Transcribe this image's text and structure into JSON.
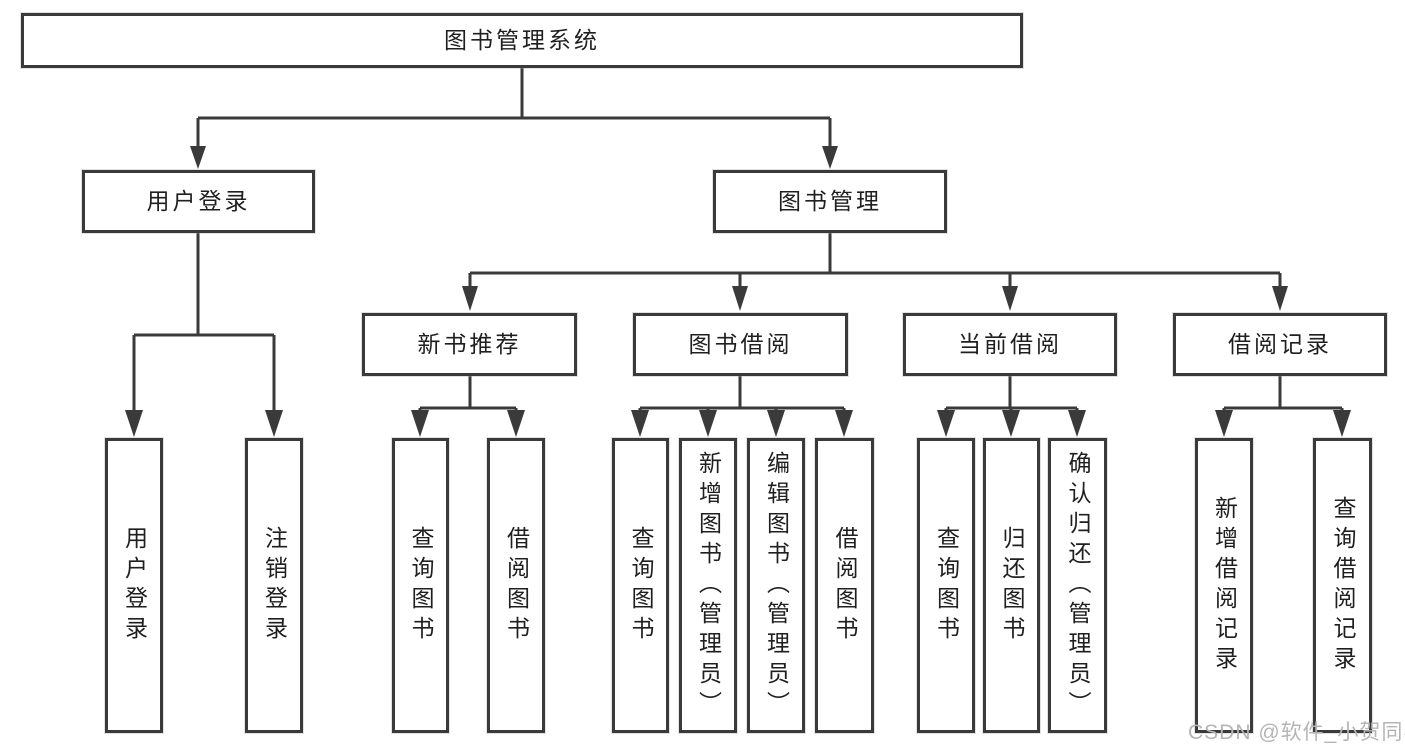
{
  "diagram": {
    "root": {
      "label": "图书管理系统"
    },
    "level2": {
      "user_login": {
        "label": "用户登录"
      },
      "book_mgmt": {
        "label": "图书管理"
      }
    },
    "level3": {
      "new_books": {
        "label": "新书推荐"
      },
      "book_borrow": {
        "label": "图书借阅"
      },
      "current_borrow": {
        "label": "当前借阅"
      },
      "borrow_records": {
        "label": "借阅记录"
      }
    },
    "leaves": {
      "user_login_leaf": {
        "label": "用户登录"
      },
      "logout_leaf": {
        "label": "注销登录"
      },
      "nb_query_books": {
        "label": "查询图书"
      },
      "nb_borrow_books": {
        "label": "借阅图书"
      },
      "bb_query_books": {
        "label": "查询图书"
      },
      "bb_add_books": {
        "label": "新增图书（管理员）"
      },
      "bb_edit_books": {
        "label": "编辑图书（管理员）"
      },
      "bb_borrow_books": {
        "label": "借阅图书"
      },
      "cb_query_books": {
        "label": "查询图书"
      },
      "cb_return_books": {
        "label": "归还图书"
      },
      "cb_confirm_return": {
        "label": "确认归还（管理员）"
      },
      "br_add_record": {
        "label": "新增借阅记录"
      },
      "br_query_record": {
        "label": "查询借阅记录"
      }
    }
  },
  "watermark": "CSDN @软件_小贺同学",
  "colors": {
    "line": "#3a3a3a",
    "box_border": "#3a3a3a",
    "box_background": "#ffffff",
    "text": "#1f1f1f",
    "watermark": "#b5b5b5",
    "page_background": "#ffffff"
  }
}
